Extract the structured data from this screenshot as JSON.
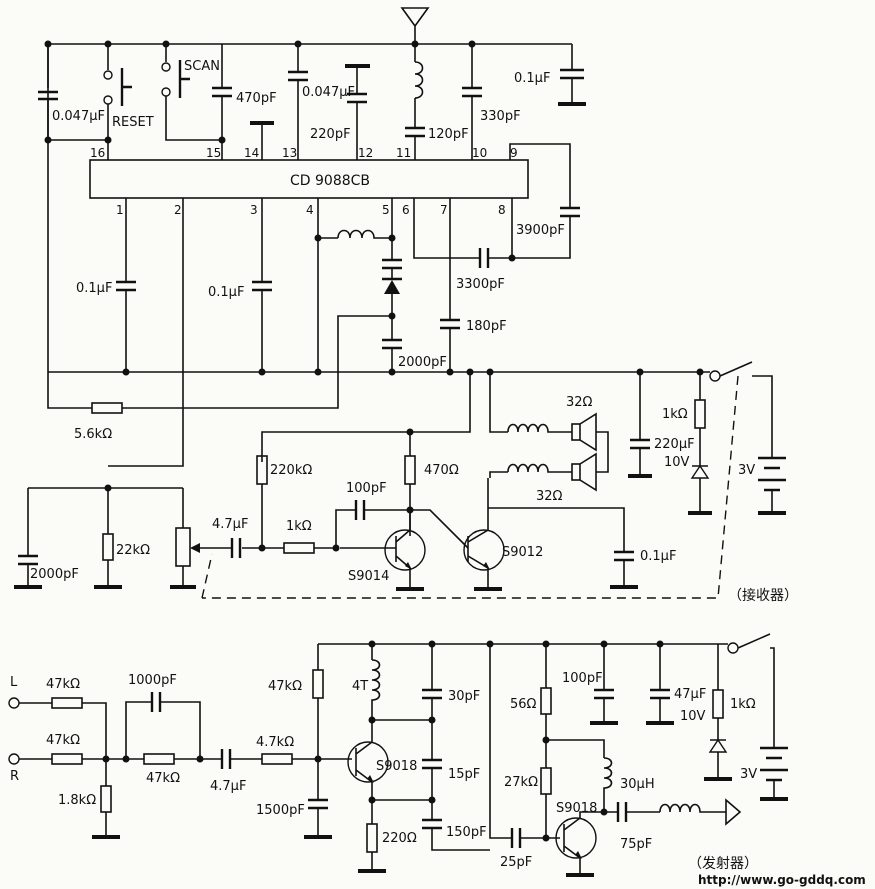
{
  "chip": {
    "name": "CD  9088CB",
    "pins_top": [
      "16",
      "15",
      "14",
      "13",
      "12",
      "11",
      "10",
      "9"
    ],
    "pins_bottom": [
      "1",
      "2",
      "3",
      "4",
      "5",
      "6",
      "7",
      "8"
    ]
  },
  "buttons": {
    "reset": "RESET",
    "scan": "SCAN"
  },
  "receiver": {
    "c_047a": "0.047µF",
    "c_470p": "470pF",
    "c_047b": "0.047µF",
    "c_220p": "220pF",
    "c_120p": "120pF",
    "c_330p": "330pF",
    "c_01top": "0.1µF",
    "c_3900p": "3900pF",
    "c_01a": "0.1µF",
    "c_01b": "0.1µF",
    "c_3300p": "3300pF",
    "c_180p": "180pF",
    "c_2000p_mid": "2000pF",
    "r_56k": "5.6kΩ",
    "r_220k": "220kΩ",
    "r_470": "470Ω",
    "c_100p": "100pF",
    "r_1k": "1kΩ",
    "c_47u": "4.7µF",
    "r_22k": "22kΩ",
    "c_2000p_left": "2000pF",
    "q_s9014": "S9014",
    "q_s9012": "S9012",
    "spk_32a": "32Ω",
    "spk_32b": "32Ω",
    "c_01c": "0.1µF",
    "r_1k_led": "1kΩ",
    "c_220u": "220µF",
    "v_10": "10V",
    "batt": "3V",
    "title": "（接收器）"
  },
  "transmitter": {
    "in_l": "L",
    "in_r": "R",
    "r_47k_a": "47kΩ",
    "r_47k_b": "47kΩ",
    "c_1000p": "1000pF",
    "r_47k_c": "47kΩ",
    "r_18k": "1.8kΩ",
    "c_47u": "4.7µF",
    "r_47k_d": "4.7kΩ",
    "r_47k_bias": "47kΩ",
    "c_1500p": "1500pF",
    "l_4t": "4T",
    "q_s9018a": "S9018",
    "r_220": "220Ω",
    "c_30p": "30pF",
    "c_15p": "15pF",
    "c_150p": "150pF",
    "c_25p": "25pF",
    "r_56": "56Ω",
    "r_27k": "27kΩ",
    "q_s9018b": "S9018",
    "l_30u": "30µH",
    "c_75p": "75pF",
    "c_100p": "100pF",
    "c_47u_sup": "47µF",
    "v_10": "10V",
    "r_1k_led": "1kΩ",
    "batt": "3V",
    "title": "（发射器）"
  },
  "watermark": "http://www.go-gddq.com"
}
